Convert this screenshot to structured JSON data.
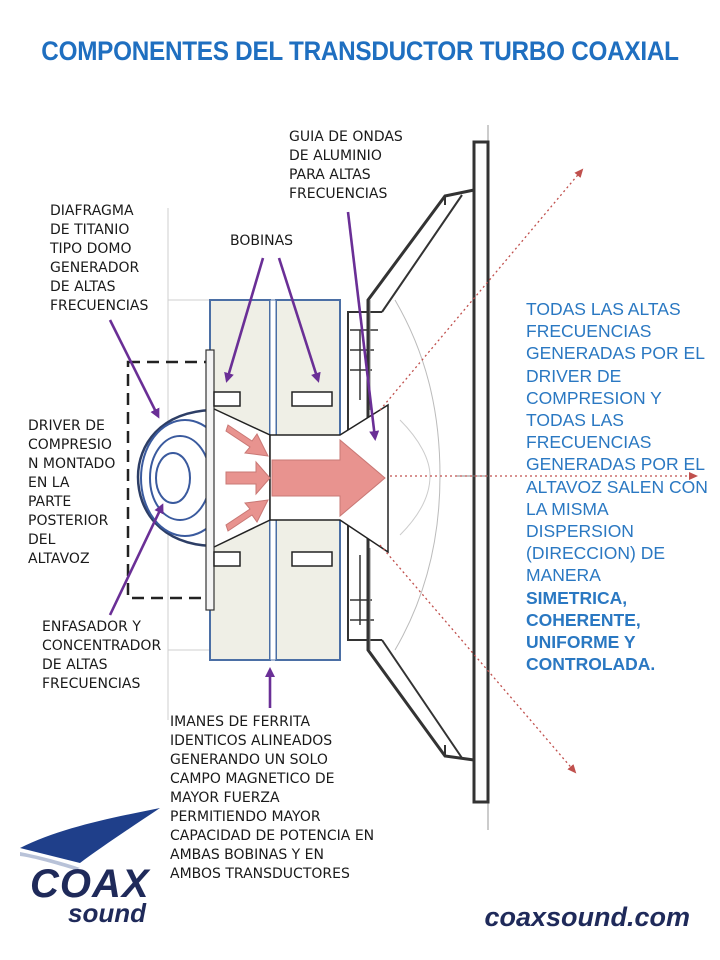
{
  "title": "COMPONENTES DEL TRANSDUCTOR TURBO COAXIAL",
  "labels": {
    "guia": "GUIA DE ONDAS\nDE ALUMINIO\nPARA ALTAS\nFRECUENCIAS",
    "diafragma": "DIAFRAGMA\nDE TITANIO\nTIPO DOMO\nGENERADOR\nDE ALTAS\nFRECUENCIAS",
    "bobinas": "BOBINAS",
    "driver": "DRIVER DE\nCOMPRESIO\nN MONTADO\nEN LA\nPARTE\nPOSTERIOR\nDEL\nALTAVOZ",
    "enfasador": "ENFASADOR Y\nCONCENTRADOR\nDE ALTAS\nFRECUENCIAS",
    "imanes": "IMANES DE FERRITA\nIDENTICOS ALINEADOS\nGENERANDO UN SOLO\nCAMPO MAGNETICO  DE\nMAYOR FUERZA\nPERMITIENDO MAYOR\nCAPACIDAD DE POTENCIA EN\nAMBAS BOBINAS Y EN\nAMBOS TRANSDUCTORES"
  },
  "note": {
    "text": "TODAS LAS ALTAS FRECUENCIAS GENERADAS POR EL DRIVER DE COMPRESION Y TODAS LAS FRECUENCIAS GENERADAS POR EL ALTAVOZ SALEN CON LA MISMA DISPERSION (DIRECCION)  DE MANERA",
    "emphasis": [
      "SIMETRICA,",
      "COHERENTE,",
      "UNIFORME Y",
      "CONTROLADA."
    ]
  },
  "logo": {
    "word1": "COAX",
    "word2": "sound"
  },
  "website": "coaxsound.com",
  "colors": {
    "title": "#1f6fc0",
    "note": "#2a78c2",
    "arrow": "#6a2f96",
    "flow": "#e8938f",
    "dispersion": "#c0504d",
    "brand": "#1f2a5a"
  }
}
